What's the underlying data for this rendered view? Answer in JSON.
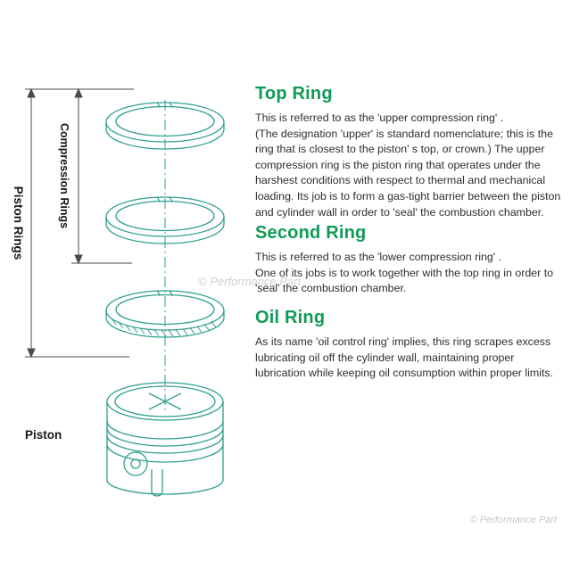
{
  "diagram": {
    "piston_rings_label": "Piston Rings",
    "compression_rings_label": "Compression Rings",
    "piston_label": "Piston"
  },
  "sections": [
    {
      "title": "Top Ring",
      "body": "This is referred to as the 'upper compression ring' .\n(The designation 'upper' is standard nomenclature; this is the ring that is closest to the piston' s top, or crown.) The upper compression ring is the piston ring that operates under the harshest  conditions with respect to thermal and mechanical loading. Its job is to form a gas-tight barrier between the piston and cylinder wall in order to 'seal' the combustion chamber."
    },
    {
      "title": "Second Ring",
      "body": "This is referred to as the 'lower compression ring' .\nOne of its jobs is to work together with the top ring in order to 'seal' the combustion chamber."
    },
    {
      "title": "Oil Ring",
      "body": "As its name 'oil control ring' implies, this ring scrapes excess lubricating oil off the cylinder wall, maintaining proper lubrication while keeping oil consumption within proper limits."
    }
  ],
  "watermark": {
    "center": "© Performance Part",
    "corner": "© Performance Part"
  },
  "colors": {
    "heading_green": "#0f9b57",
    "line_teal": "#2fa08e",
    "dimension_gray": "#4a4a4a"
  }
}
